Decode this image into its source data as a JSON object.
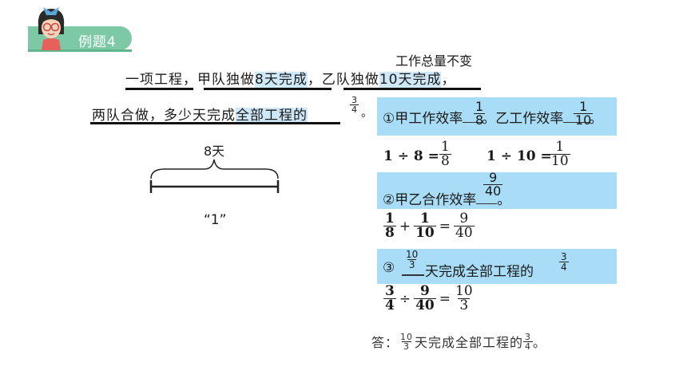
{
  "header": {
    "badge_label": "例题4",
    "accent_color": "#7dc9a6",
    "avatar_icon": "girl-with-glasses-avatar"
  },
  "problem": {
    "annotation_top": "工作总量不变",
    "seg1": "一项工程",
    "comma1": "，",
    "seg2a": "甲队独做",
    "seg2b": "8天完成",
    "comma2": "，",
    "seg3a": "乙队独做",
    "seg3b": "10天完成",
    "comma3": "，",
    "line2a": "两队合做，多少天完成",
    "line2b": "全部工程的",
    "frac_num": "3",
    "frac_den": "4",
    "end_mark": "。"
  },
  "diagram": {
    "top_label": "8天",
    "bottom_label": "“1”"
  },
  "steps": {
    "s1_text_a": "①甲工作效率",
    "s1_frac_a_num": "1",
    "s1_frac_a_den": "8",
    "s1_text_b": "。乙工作效率",
    "s1_frac_b_num": "1",
    "s1_frac_b_den": "10",
    "s1_end": "。",
    "eq1a_left": "1 ÷ 8 =",
    "eq1a_num": "1",
    "eq1a_den": "8",
    "eq1b_left": "1 ÷ 10 =",
    "eq1b_num": "1",
    "eq1b_den": "10",
    "s2_text": "②甲乙合作效率",
    "s2_frac_num": "9",
    "s2_frac_den": "40",
    "s2_end": "。",
    "eq2_a_num": "1",
    "eq2_a_den": "8",
    "eq2_plus": "+",
    "eq2_b_num": "1",
    "eq2_b_den": "10",
    "eq2_eq": "=",
    "eq2_r_num": "9",
    "eq2_r_den": "40",
    "s3_mark": "③",
    "s3_frac_num": "10",
    "s3_frac_den": "3",
    "s3_text": "天完成全部工程的",
    "s3_tail_num": "3",
    "s3_tail_den": "4",
    "eq3_a_num": "3",
    "eq3_a_den": "4",
    "eq3_div": "÷",
    "eq3_b_num": "9",
    "eq3_b_den": "40",
    "eq3_eq": "=",
    "eq3_r_num": "10",
    "eq3_r_den": "3"
  },
  "answer": {
    "prefix": "答：",
    "frac_num": "10",
    "frac_den": "3",
    "text": "天完成全部工程的",
    "tail_num": "3",
    "tail_den": "4",
    "end": "。"
  }
}
